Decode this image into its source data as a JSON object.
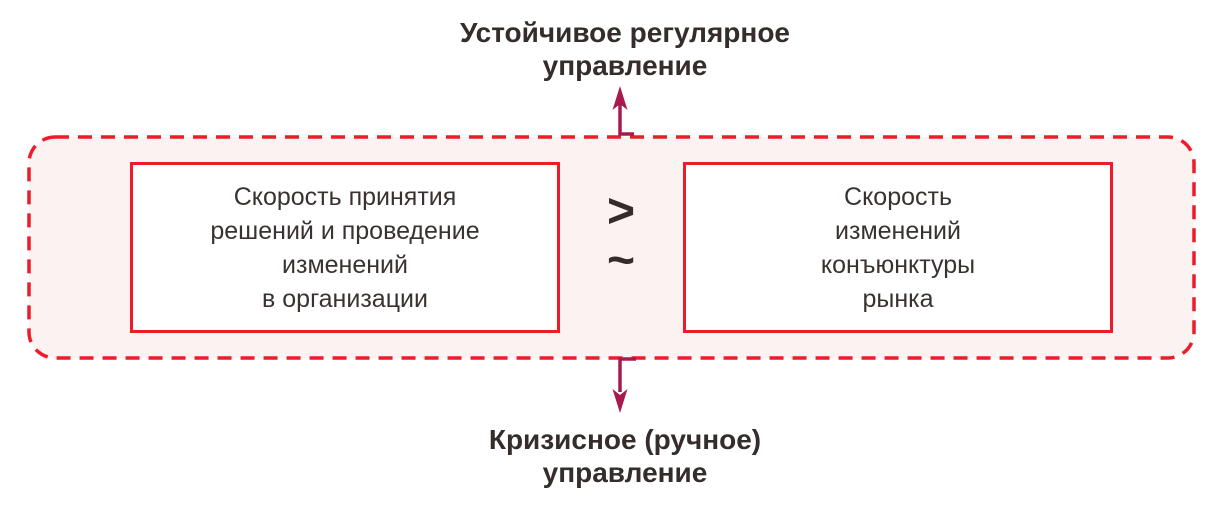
{
  "top_label": {
    "lines": [
      "Устойчивое регулярное",
      "управление"
    ]
  },
  "bottom_label": {
    "lines": [
      "Кризисное (ручное)",
      "управление"
    ]
  },
  "left_box": {
    "lines": [
      "Скорость принятия",
      "решений и проведение",
      "изменений",
      "в организации"
    ]
  },
  "right_box": {
    "lines": [
      "Скорость",
      "изменений",
      "конъюнктуры",
      "рынка"
    ]
  },
  "comparison": {
    "greater_symbol": ">",
    "approx_symbol": "~"
  },
  "colors": {
    "border_red": "#ec1c2b",
    "arrow_crimson": "#a81a4d",
    "container_fill": "#faf3f2",
    "box_fill": "#ffffff",
    "text_dark": "#352d2b"
  }
}
